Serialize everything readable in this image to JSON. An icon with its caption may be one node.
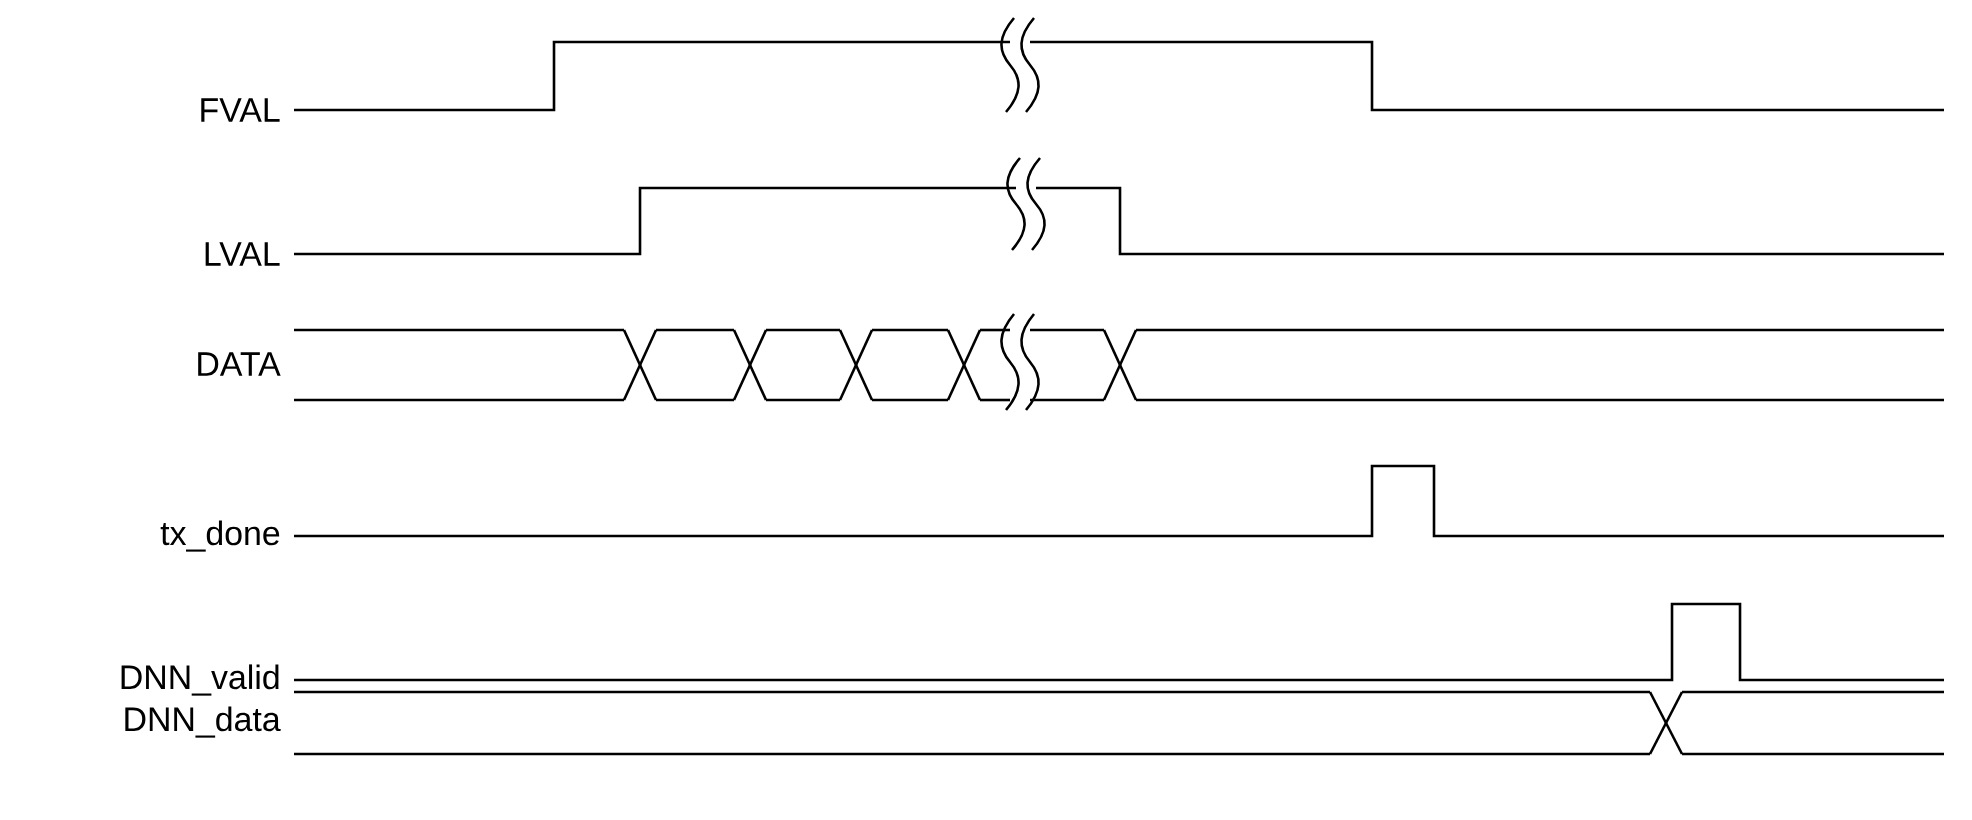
{
  "diagram": {
    "labels": [
      "FVAL",
      "LVAL",
      "DATA",
      "tx_done",
      "DNN_valid",
      "DNN_data"
    ]
  }
}
